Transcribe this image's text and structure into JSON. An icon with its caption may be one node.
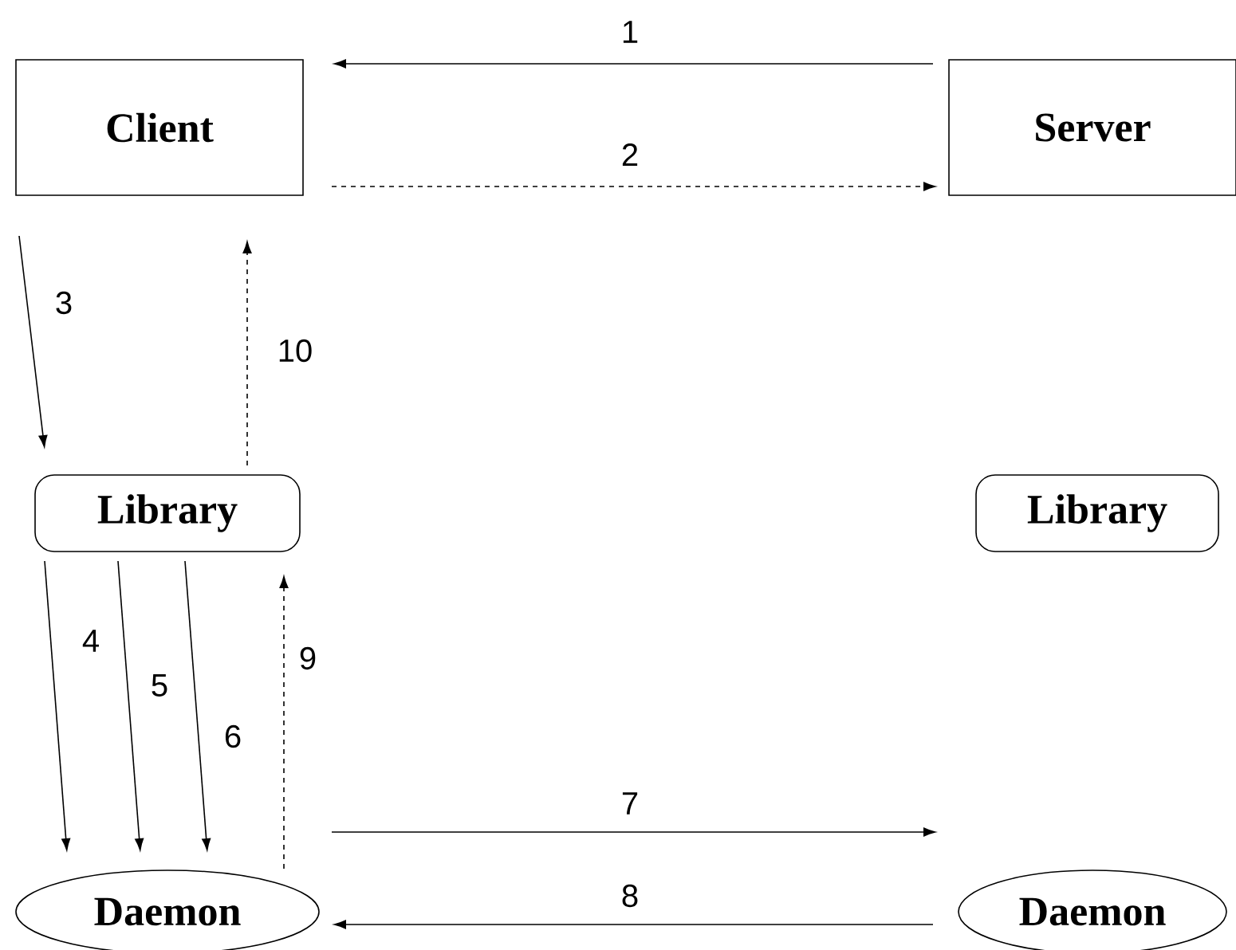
{
  "diagram": {
    "nodes": [
      {
        "text": [
          "Client"
        ]
      },
      {
        "text": [
          "Server"
        ]
      },
      {
        "text": [
          "Library"
        ]
      },
      {
        "text": [
          "Library"
        ]
      },
      {
        "text": [
          "Daemon"
        ]
      },
      {
        "text": [
          "Daemon"
        ]
      }
    ],
    "edges": [
      {
        "from": 1,
        "to": 0,
        "arrow": "to",
        "label": "1"
      },
      {
        "from": 0,
        "to": 1,
        "arrow": "to",
        "label": "2",
        "style": "dashed"
      },
      {
        "from": 0,
        "to": 2,
        "arrow": "to",
        "label": "3"
      },
      {
        "from": 2,
        "to": 0,
        "arrow": "to",
        "label": "10",
        "style": "dashed"
      },
      {
        "from": 2,
        "to": 4,
        "arrow": "to",
        "label": "4"
      },
      {
        "from": 2,
        "to": 4,
        "arrow": "to",
        "label": "5"
      },
      {
        "from": 2,
        "to": 4,
        "arrow": "to",
        "label": "6"
      },
      {
        "from": 4,
        "to": 2,
        "arrow": "to",
        "label": "9",
        "style": "dashed"
      },
      {
        "from": 4,
        "to": 5,
        "arrow": "to",
        "label": "7"
      },
      {
        "from": 5,
        "to": 4,
        "arrow": "to",
        "label": "8"
      }
    ]
  }
}
